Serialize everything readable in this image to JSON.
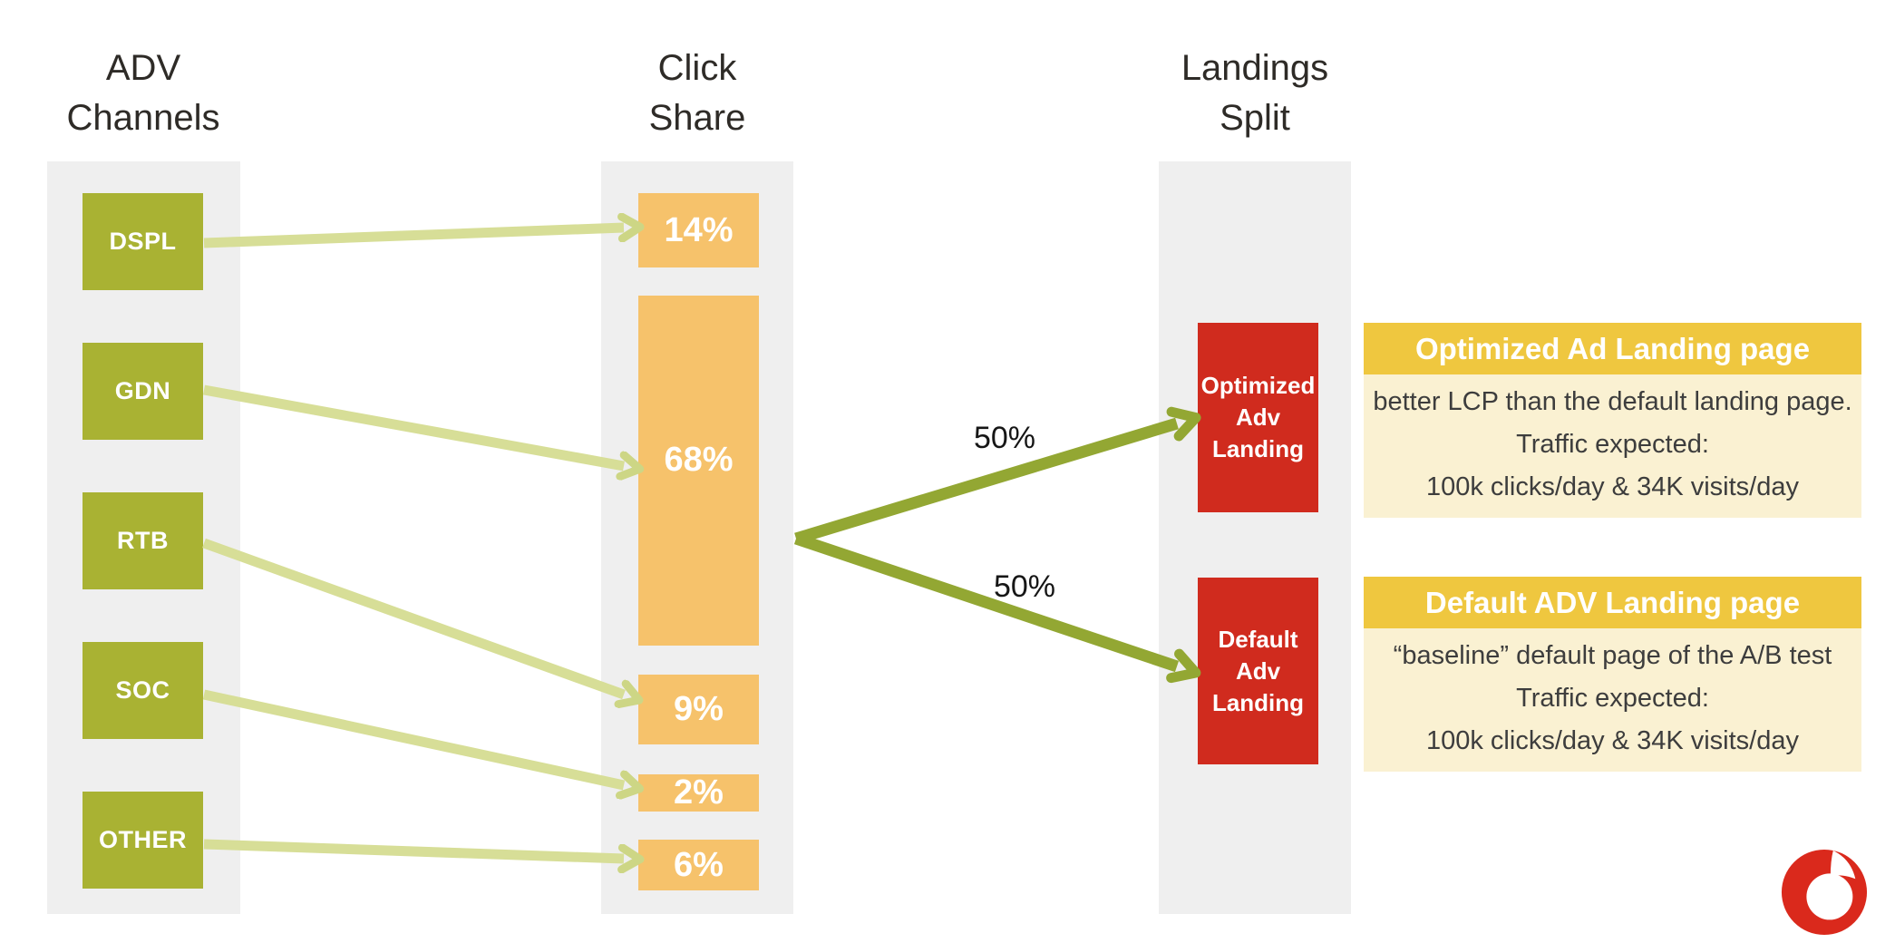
{
  "columns": [
    {
      "id": "adv-channels",
      "title_line1": "ADV",
      "title_line2": "Channels"
    },
    {
      "id": "click-share",
      "title_line1": "Click",
      "title_line2": "Share"
    },
    {
      "id": "landings-split",
      "title_line1": "Landings",
      "title_line2": "Split"
    }
  ],
  "channels": [
    {
      "label": "DSPL",
      "share": "14%"
    },
    {
      "label": "GDN",
      "share": "68%"
    },
    {
      "label": "RTB",
      "share": "9%"
    },
    {
      "label": "SOC",
      "share": "2%"
    },
    {
      "label": "OTHER",
      "share": "6%"
    }
  ],
  "split": {
    "top_label": "50%",
    "bottom_label": "50%"
  },
  "landings": [
    {
      "line1": "Optimized",
      "line2": "Adv",
      "line3": "Landing"
    },
    {
      "line1": "Default",
      "line2": "Adv",
      "line3": "Landing"
    }
  ],
  "cards": [
    {
      "header": "Optimized Ad Landing page",
      "line1": "better LCP than the default landing page.",
      "line2": "Traffic expected:",
      "line3": "100k clicks/day & 34K visits/day"
    },
    {
      "header": "Default ADV Landing page",
      "line1": "“baseline” default page of the A/B test",
      "line2": "Traffic expected:",
      "line3": "100k clicks/day & 34K visits/day"
    }
  ],
  "brand": {
    "logo": "vodafone-speechmark"
  },
  "colors": {
    "channel_green": "#a9b233",
    "arrow_light": "#d7de97",
    "arrow_dark": "#93a733",
    "share_orange": "#f6c26b",
    "landing_red": "#d02b1e",
    "card_header_gold": "#efc73f",
    "card_body_cream": "#faf1d2",
    "column_gray": "#efefef",
    "logo_red": "#da291c"
  }
}
